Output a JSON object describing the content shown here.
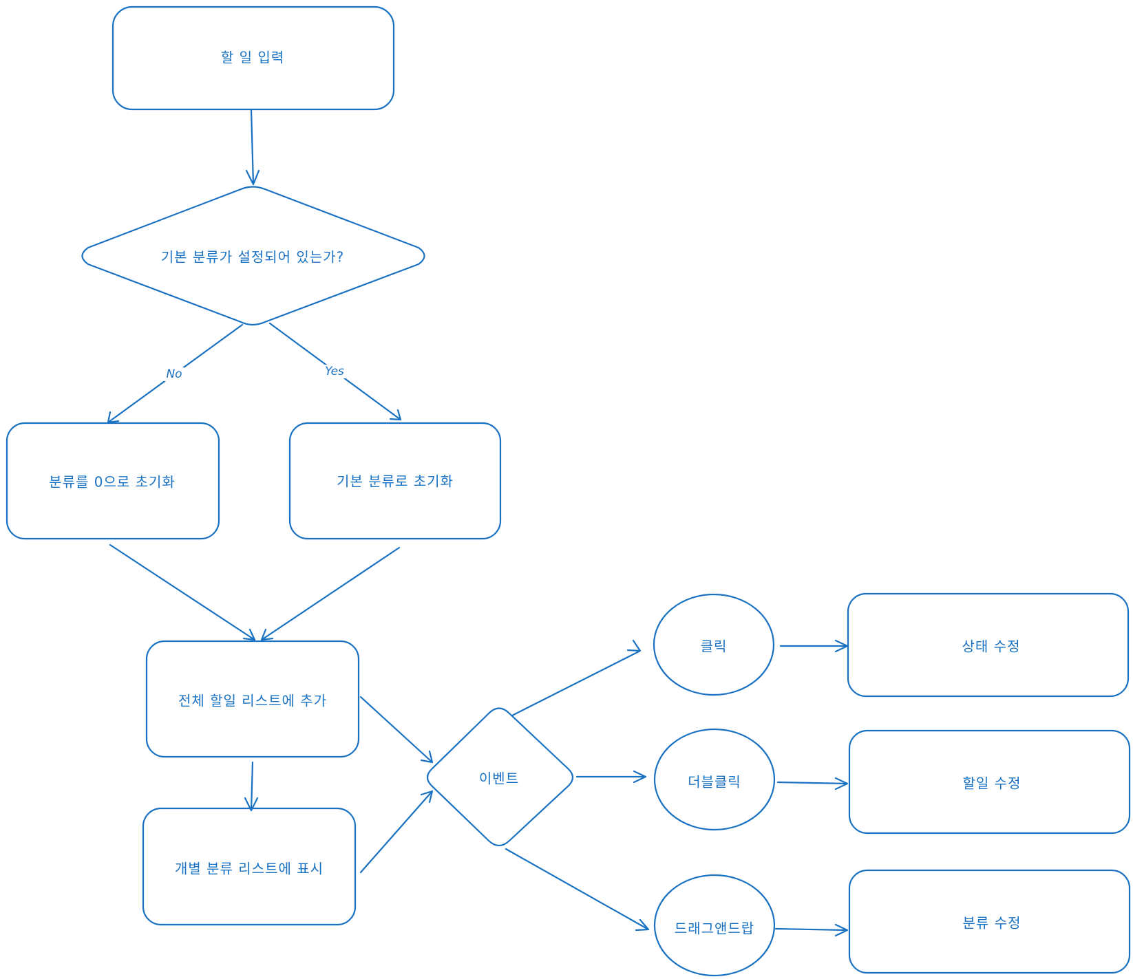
{
  "diagram": {
    "stroke_color": "#1971c2",
    "background": "#ffffff",
    "nodes": {
      "input": "할 일 입력",
      "decision": "기본 분류가 설정되어 있는가?",
      "init_zero": "분류를 0으로 초기화",
      "init_default": "기본 분류로 초기화",
      "add_all": "전체 할일 리스트에 추가",
      "show_category": "개별 분류 리스트에 표시",
      "event": "이벤트",
      "click": "클릭",
      "double_click": "더블클릭",
      "drag_drop": "드래그앤드랍",
      "edit_status": "상태 수정",
      "edit_todo": "할일 수정",
      "edit_category": "분류 수정"
    },
    "edge_labels": {
      "no": "No",
      "yes": "Yes"
    }
  }
}
